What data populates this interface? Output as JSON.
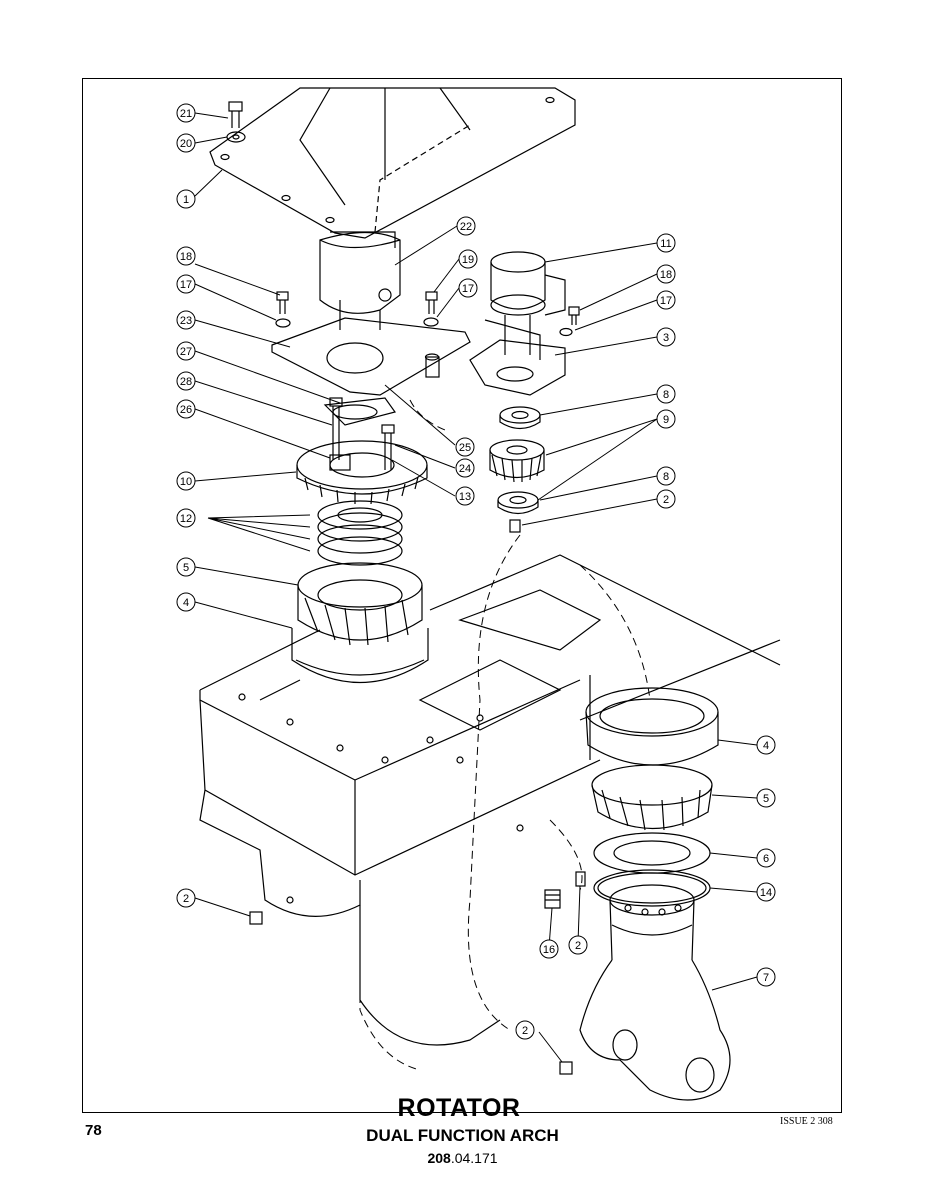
{
  "title": "ROTATOR",
  "subtitle": "DUAL FUNCTION ARCH",
  "part_number_bold": "208",
  "part_number_rest": ".04.171",
  "page_number": "78",
  "issue": "ISSUE 2 308",
  "callouts": [
    {
      "id": "c21",
      "label": "21"
    },
    {
      "id": "c20",
      "label": "20"
    },
    {
      "id": "c1",
      "label": "1"
    },
    {
      "id": "c22",
      "label": "22"
    },
    {
      "id": "c18a",
      "label": "18"
    },
    {
      "id": "c17a",
      "label": "17"
    },
    {
      "id": "c19",
      "label": "19"
    },
    {
      "id": "c17b",
      "label": "17"
    },
    {
      "id": "c23",
      "label": "23"
    },
    {
      "id": "c27",
      "label": "27"
    },
    {
      "id": "c28",
      "label": "28"
    },
    {
      "id": "c26",
      "label": "26"
    },
    {
      "id": "c10",
      "label": "10"
    },
    {
      "id": "c12",
      "label": "12"
    },
    {
      "id": "c5a",
      "label": "5"
    },
    {
      "id": "c4a",
      "label": "4"
    },
    {
      "id": "c25",
      "label": "25"
    },
    {
      "id": "c24",
      "label": "24"
    },
    {
      "id": "c13",
      "label": "13"
    },
    {
      "id": "c11",
      "label": "11"
    },
    {
      "id": "c18b",
      "label": "18"
    },
    {
      "id": "c17c",
      "label": "17"
    },
    {
      "id": "c3",
      "label": "3"
    },
    {
      "id": "c8a",
      "label": "8"
    },
    {
      "id": "c9",
      "label": "9"
    },
    {
      "id": "c8b",
      "label": "8"
    },
    {
      "id": "c2a",
      "label": "2"
    },
    {
      "id": "c4b",
      "label": "4"
    },
    {
      "id": "c5b",
      "label": "5"
    },
    {
      "id": "c6",
      "label": "6"
    },
    {
      "id": "c14",
      "label": "14"
    },
    {
      "id": "c7",
      "label": "7"
    },
    {
      "id": "c2b",
      "label": "2"
    },
    {
      "id": "c16",
      "label": "16"
    },
    {
      "id": "c2c",
      "label": "2"
    },
    {
      "id": "c2d",
      "label": "2"
    }
  ]
}
